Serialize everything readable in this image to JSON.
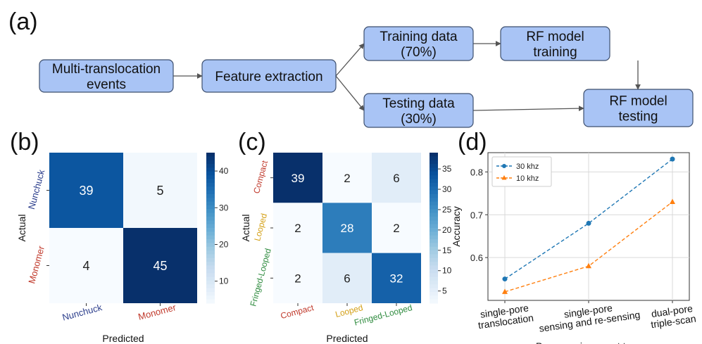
{
  "panels": {
    "a": "(a)",
    "b": "(b)",
    "c": "(c)",
    "d": "(d)"
  },
  "flowchart": {
    "colors": {
      "box_fill": "#a9c4f5",
      "box_stroke": "#3d4f6e",
      "arrow": "#555555"
    },
    "boxes": [
      {
        "id": "multi",
        "lines": [
          "Multi-translocation",
          "events"
        ]
      },
      {
        "id": "feature",
        "lines": [
          "Feature extraction"
        ]
      },
      {
        "id": "train",
        "lines": [
          "Training data",
          "(70%)"
        ]
      },
      {
        "id": "test",
        "lines": [
          "Testing data",
          "(30%)"
        ]
      },
      {
        "id": "rftrain",
        "lines": [
          "RF model",
          "training"
        ]
      },
      {
        "id": "rftest",
        "lines": [
          "RF model",
          "testing"
        ]
      }
    ]
  },
  "chart_data": [
    {
      "type": "heatmap",
      "panel": "b",
      "xlabel": "Predicted",
      "ylabel": "Actual",
      "x_categories": [
        "Nunchuck",
        "Monomer"
      ],
      "y_categories": [
        "Nunchuck",
        "Monomer"
      ],
      "category_colors": [
        "#2c3e8c",
        "#c0392b"
      ],
      "matrix": [
        [
          39,
          5
        ],
        [
          4,
          45
        ]
      ],
      "colorbar": {
        "min": 4,
        "max": 45,
        "ticks": [
          10,
          20,
          30,
          40
        ]
      },
      "colormap": "Blues"
    },
    {
      "type": "heatmap",
      "panel": "c",
      "xlabel": "Predicted",
      "ylabel": "Actual",
      "x_categories": [
        "Compact",
        "Looped",
        "Fringed-Looped"
      ],
      "y_categories": [
        "Compact",
        "Looped",
        "Fringed-Looped"
      ],
      "category_colors": [
        "#c0392b",
        "#d4a017",
        "#2e8b3e"
      ],
      "matrix": [
        [
          39,
          2,
          6
        ],
        [
          2,
          28,
          2
        ],
        [
          2,
          6,
          32
        ]
      ],
      "colorbar": {
        "min": 2,
        "max": 39,
        "ticks": [
          5,
          10,
          15,
          20,
          25,
          30,
          35
        ]
      },
      "colormap": "Blues"
    },
    {
      "type": "line",
      "panel": "d",
      "xlabel": "Pore sensing event type",
      "ylabel": "Accuracy",
      "categories": [
        [
          "single-pore",
          "translocation"
        ],
        [
          "single-pore",
          "sensing and re-sensing"
        ],
        [
          "dual-pore",
          "triple-scan"
        ]
      ],
      "series": [
        {
          "name": "30 khz",
          "values": [
            0.55,
            0.68,
            0.83
          ],
          "color": "#1f77b4",
          "marker": "circle"
        },
        {
          "name": "10 khz",
          "values": [
            0.52,
            0.58,
            0.73
          ],
          "color": "#ff7f0e",
          "marker": "triangle"
        }
      ],
      "ylim": [
        0.5,
        0.845
      ],
      "yticks": [
        "0.6",
        "0.7",
        "0.8"
      ],
      "grid": true,
      "legend": "top-left"
    }
  ]
}
